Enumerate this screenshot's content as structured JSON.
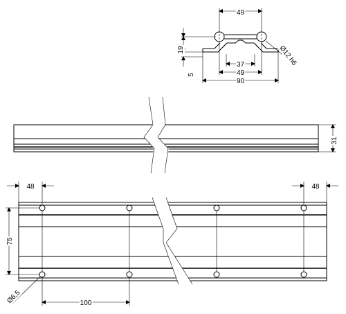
{
  "dimensions": {
    "section_top_spacing": "49",
    "section_height_upper": "19",
    "section_height_lower": "5",
    "section_inner_width": "37",
    "section_mid_spacing": "49",
    "section_total_width": "90",
    "shaft_diameter": "Ø12 h6",
    "side_height": "31",
    "end_offset_left": "48",
    "end_offset_right": "48",
    "hole_row_spacing": "75",
    "hole_diameter": "Ø6,5",
    "hole_pitch": "100"
  },
  "colors": {
    "stroke": "#000000",
    "background": "#ffffff"
  }
}
